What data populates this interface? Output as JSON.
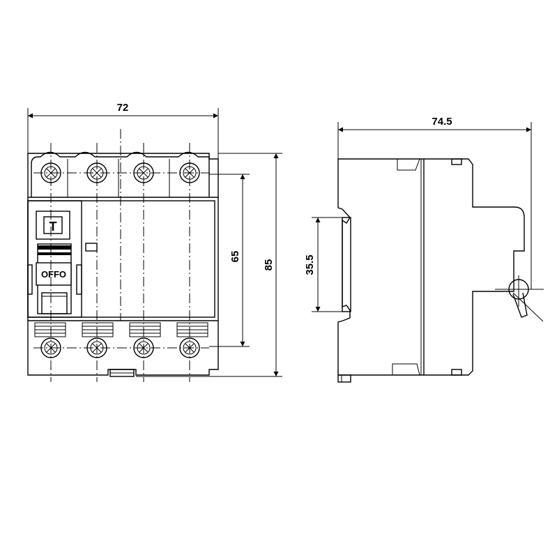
{
  "dimensions": {
    "front_width": "72",
    "front_height_inner": "65",
    "front_height_total": "85",
    "side_depth": "74.5",
    "rail_width": "35.5"
  },
  "labels": {
    "test_button": "T",
    "toggle": "OFFO"
  }
}
